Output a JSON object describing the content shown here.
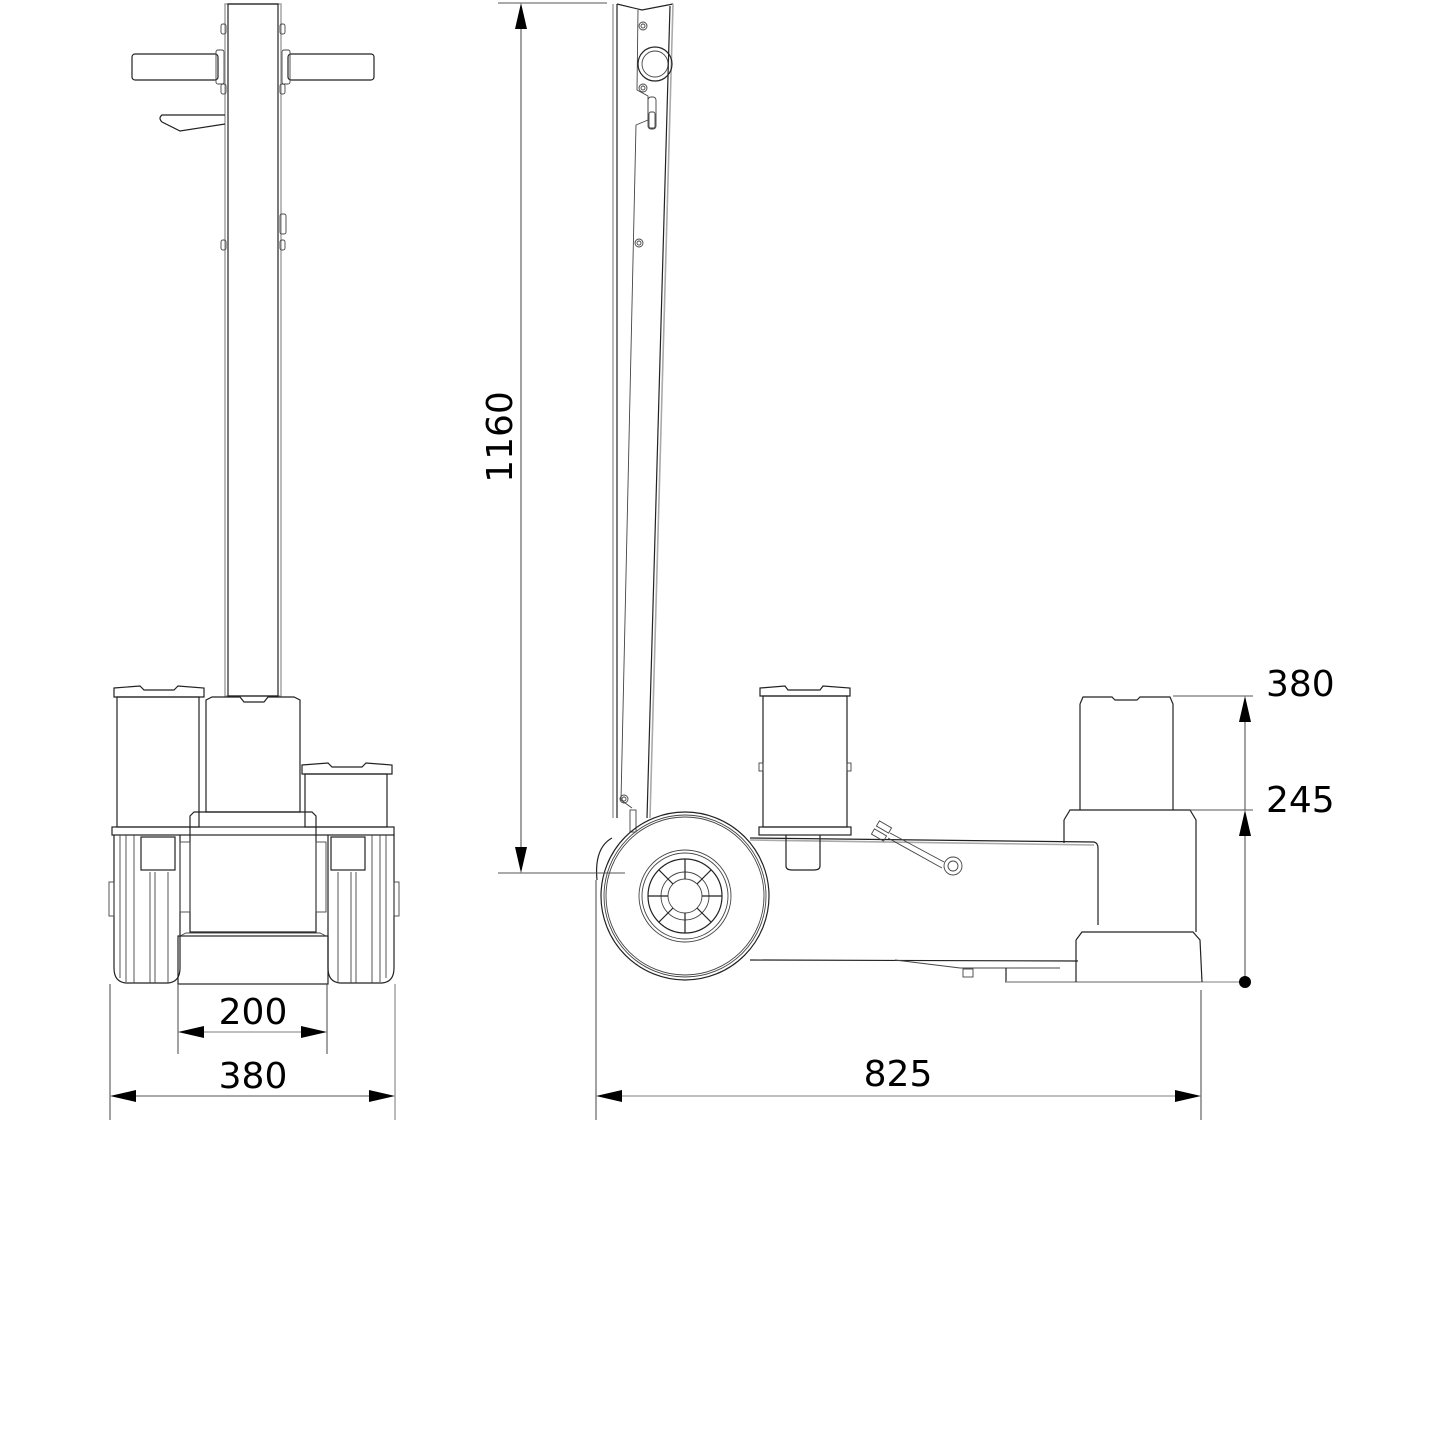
{
  "drawing": {
    "subject": "Pneumatic jack — front and side elevation with dimensions",
    "front_view": {
      "dimensions": {
        "inner_width": "200",
        "overall_width": "380"
      }
    },
    "side_view": {
      "dimensions": {
        "handle_height": "1160",
        "overall_length": "825",
        "max_lift_height": "380",
        "mid_lift_height": "245"
      }
    },
    "colors": {
      "line": "#222222",
      "hidden_line": "#aaaaaa",
      "dimension_line": "#555555",
      "text": "#000000",
      "background": "#ffffff"
    }
  }
}
